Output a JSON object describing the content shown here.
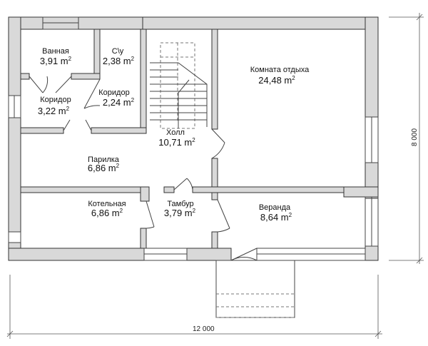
{
  "rooms": [
    {
      "id": "vannaya",
      "name": "Ванная",
      "area": "3,91 m",
      "sup": "2"
    },
    {
      "id": "su",
      "name": "С\\у",
      "area": "2,38 m",
      "sup": "2"
    },
    {
      "id": "koridor1",
      "name": "Коридор",
      "area": "3,22 m",
      "sup": "2"
    },
    {
      "id": "koridor2",
      "name": "Коридор",
      "area": "2,24 m",
      "sup": "2"
    },
    {
      "id": "komnata",
      "name": "Комната отдыха",
      "area": "24,48 m",
      "sup": "2"
    },
    {
      "id": "holl",
      "name": "Холл",
      "area": "10,71 m",
      "sup": "2"
    },
    {
      "id": "parilka",
      "name": "Парилка",
      "area": "6,86 m",
      "sup": "2"
    },
    {
      "id": "kotelnaya",
      "name": "Котельная",
      "area": "6,86 m",
      "sup": "2"
    },
    {
      "id": "tambur",
      "name": "Тамбур",
      "area": "3,79 m",
      "sup": "2"
    },
    {
      "id": "veranda",
      "name": "Веранда",
      "area": "8,64 m",
      "sup": "2"
    }
  ],
  "dimensions": {
    "width": "12 000",
    "depth": "8 000"
  }
}
